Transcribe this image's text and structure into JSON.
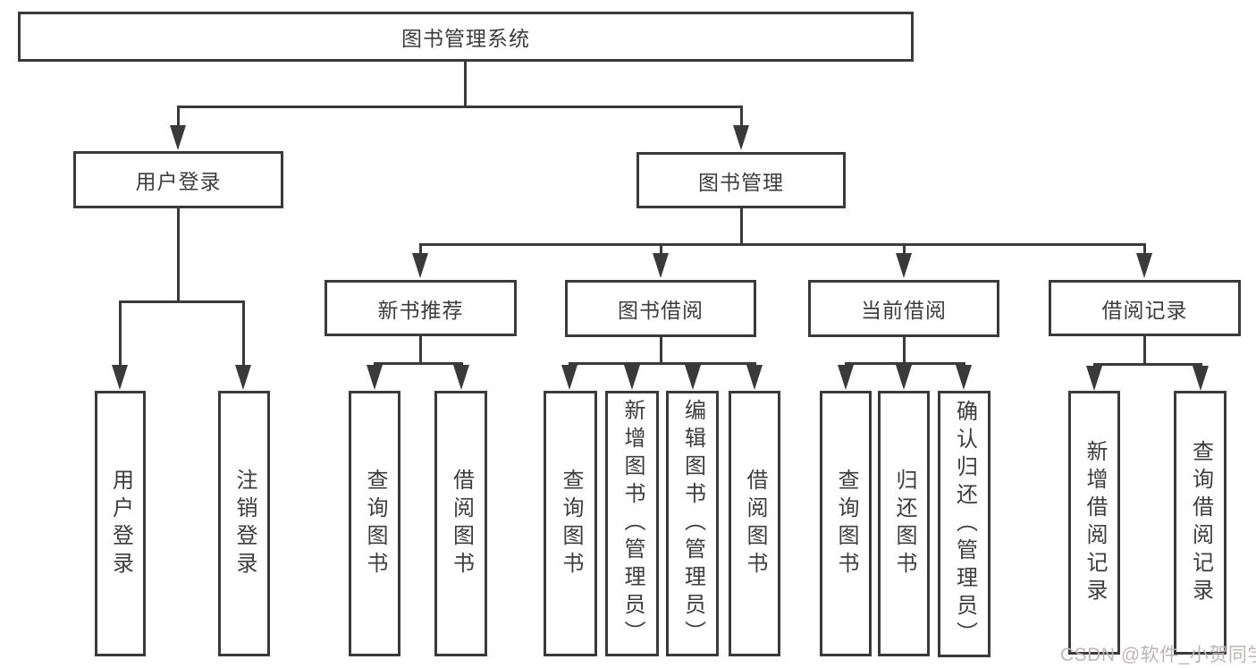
{
  "diagram": {
    "root": {
      "label": "图书管理系统",
      "children": [
        {
          "label": "用户登录",
          "children": [
            {
              "label": "用户登录"
            },
            {
              "label": "注销登录"
            }
          ]
        },
        {
          "label": "图书管理",
          "children": [
            {
              "label": "新书推荐",
              "children": [
                {
                  "label": "查询图书"
                },
                {
                  "label": "借阅图书"
                }
              ]
            },
            {
              "label": "图书借阅",
              "children": [
                {
                  "label": "查询图书"
                },
                {
                  "label": "新增图书（管理员）"
                },
                {
                  "label": "编辑图书（管理员）"
                },
                {
                  "label": "借阅图书"
                }
              ]
            },
            {
              "label": "当前借阅",
              "children": [
                {
                  "label": "查询图书"
                },
                {
                  "label": "归还图书"
                },
                {
                  "label": "确认归还（管理员）"
                }
              ]
            },
            {
              "label": "借阅记录",
              "children": [
                {
                  "label": "新增借阅记录"
                },
                {
                  "label": "查询借阅记录"
                }
              ]
            }
          ]
        }
      ]
    },
    "colors": {
      "line": "#3a3a3a",
      "text": "#3d3d3d",
      "background": "#ffffff",
      "watermark": "#bdb6b6"
    }
  },
  "watermark": {
    "text": "CSDN @软件_小贺同学"
  }
}
